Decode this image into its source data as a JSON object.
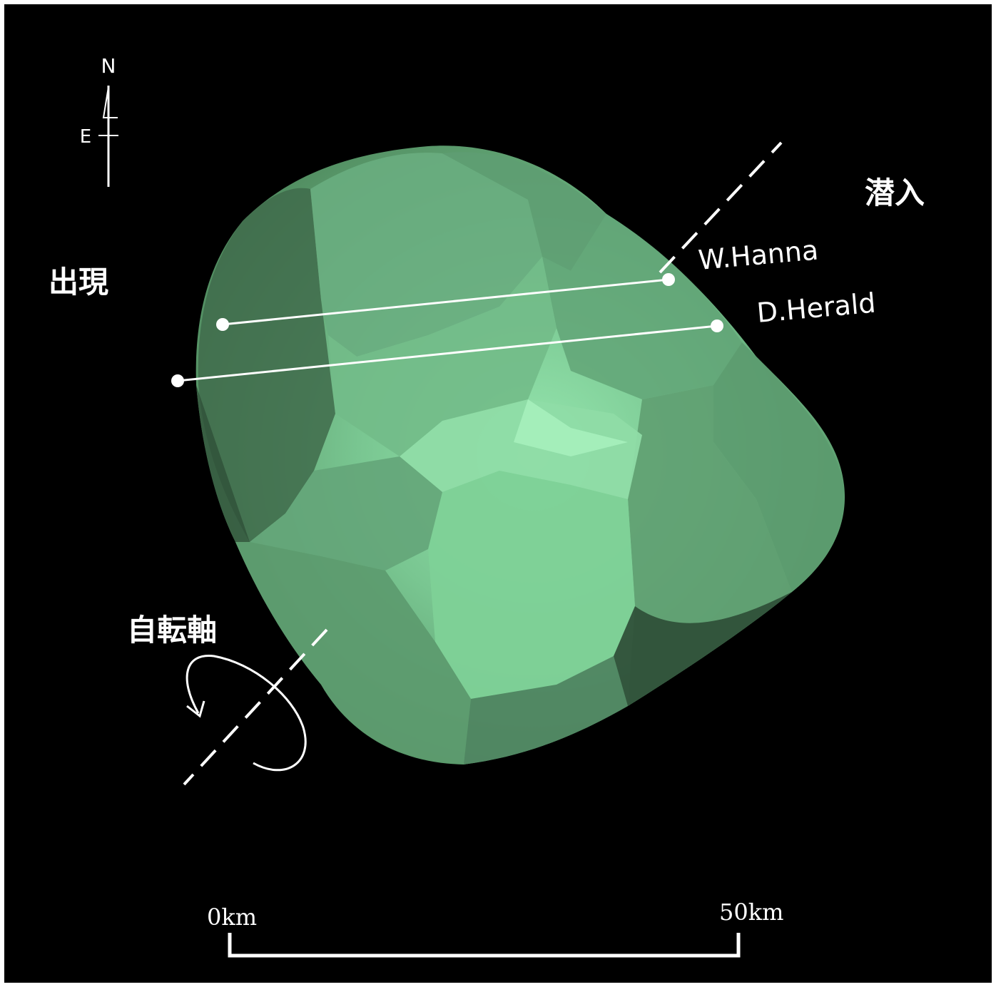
{
  "colors": {
    "background": "#000000",
    "asteroid_light": "#8fe0a8",
    "asteroid_mid": "#6fb685",
    "asteroid_dark": "#3e6a4a",
    "chord_lines": "#ffffff"
  },
  "compass": {
    "north_label": "N",
    "east_label": "E"
  },
  "labels": {
    "disappearance": "潜入",
    "reappearance": "出現",
    "rotation_axis": "自転軸"
  },
  "observers": [
    {
      "name": "W.Hanna"
    },
    {
      "name": "D.Herald"
    }
  ],
  "scale_bar": {
    "start_label": "0km",
    "end_label": "50km"
  }
}
